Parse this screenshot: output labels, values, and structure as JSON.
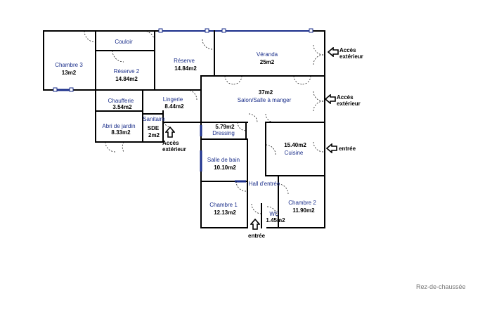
{
  "plan": {
    "title": "Rez-de-chaussée",
    "rooms": [
      {
        "id": "chambre3",
        "name": "Chambre 3",
        "area": "13m2"
      },
      {
        "id": "couloir",
        "name": "Couloir",
        "area": ""
      },
      {
        "id": "reserve2",
        "name": "Réserve 2",
        "area": "14.84m2"
      },
      {
        "id": "reserve",
        "name": "Réserve",
        "area": "14.84m2"
      },
      {
        "id": "veranda",
        "name": "Véranda",
        "area": "25m2"
      },
      {
        "id": "chaufferie",
        "name": "Chaufferie",
        "area": "3.54m2"
      },
      {
        "id": "lingerie",
        "name": "Lingerie",
        "area": "8.44m2"
      },
      {
        "id": "salon",
        "name": "Salon/Salle à manger",
        "area": "37m2"
      },
      {
        "id": "abri",
        "name": "Abri de jardin",
        "area": "8.33m2"
      },
      {
        "id": "sanitaire",
        "name": "Sanitaire",
        "area": ""
      },
      {
        "id": "sde",
        "name": "SDE",
        "area": "2m2"
      },
      {
        "id": "dressing",
        "name": "Dressing",
        "area": "5.79m2"
      },
      {
        "id": "cuisine",
        "name": "Cuisine",
        "area": "15.40m2"
      },
      {
        "id": "sdb",
        "name": "Salle de bain",
        "area": "10.10m2"
      },
      {
        "id": "hall",
        "name": "Hall d'entrée",
        "area": ""
      },
      {
        "id": "chambre1",
        "name": "Chambre 1",
        "area": "12.13m2"
      },
      {
        "id": "chambre2",
        "name": "Chambre 2",
        "area": "11.90m2"
      },
      {
        "id": "wc",
        "name": "WC",
        "area": "1.45m2"
      }
    ],
    "access": {
      "ext1": "Accès extérieur",
      "ext2": "Accès extérieur",
      "ext3": "Accès extérieur",
      "entree_cuisine": "entrée",
      "entree_principale": "entrée"
    }
  }
}
